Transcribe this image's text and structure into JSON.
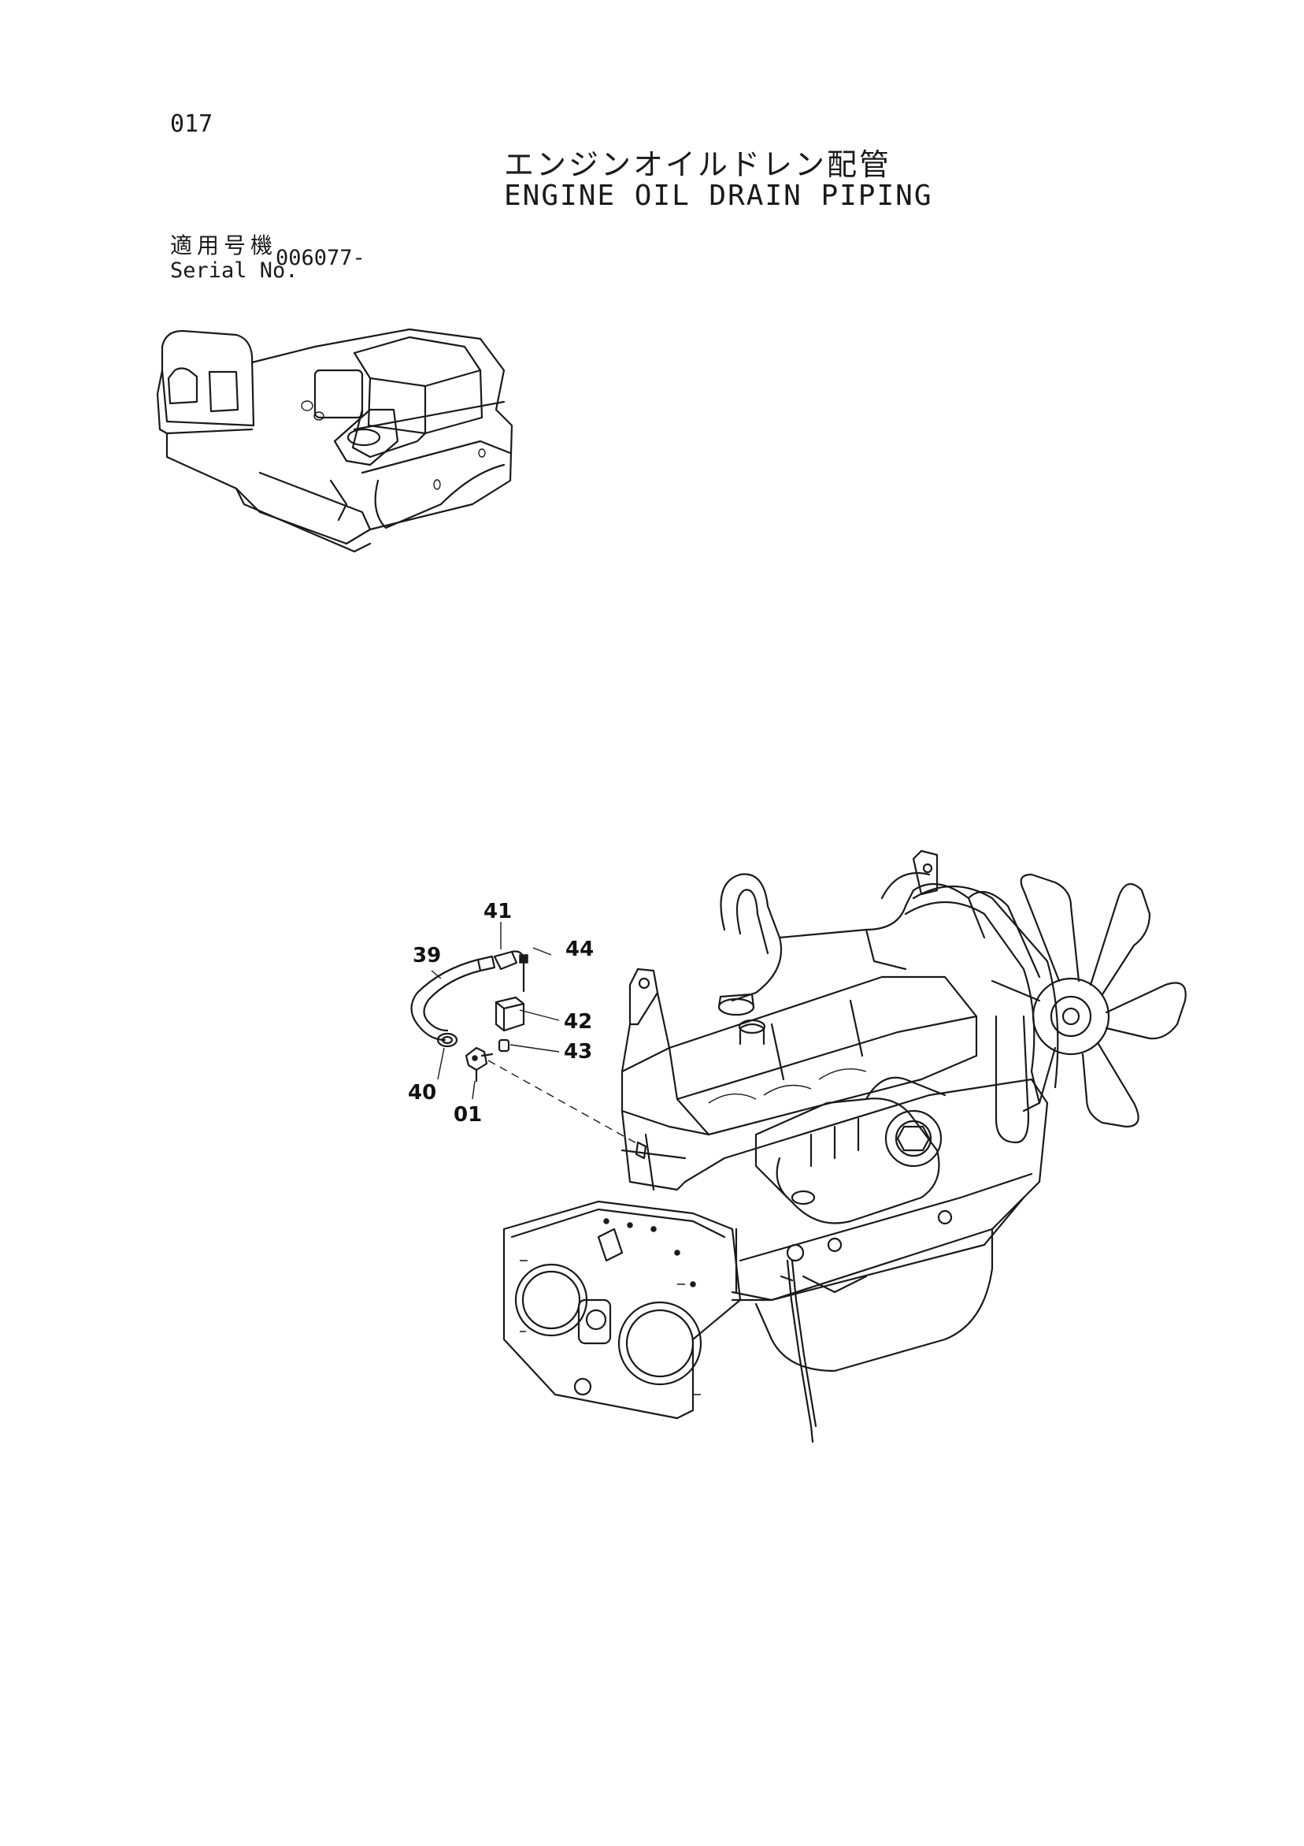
{
  "header": {
    "page_number": "017",
    "title_ja": "エンジンオイルドレン配管",
    "title_en": "ENGINE OIL DRAIN PIPING"
  },
  "serial": {
    "label_ja": "適用号機",
    "label_en": "Serial No.",
    "value": "006077-"
  },
  "callouts": {
    "c39": "39",
    "c41": "41",
    "c44": "44",
    "c42": "42",
    "c43": "43",
    "c40": "40",
    "c01": "01"
  }
}
